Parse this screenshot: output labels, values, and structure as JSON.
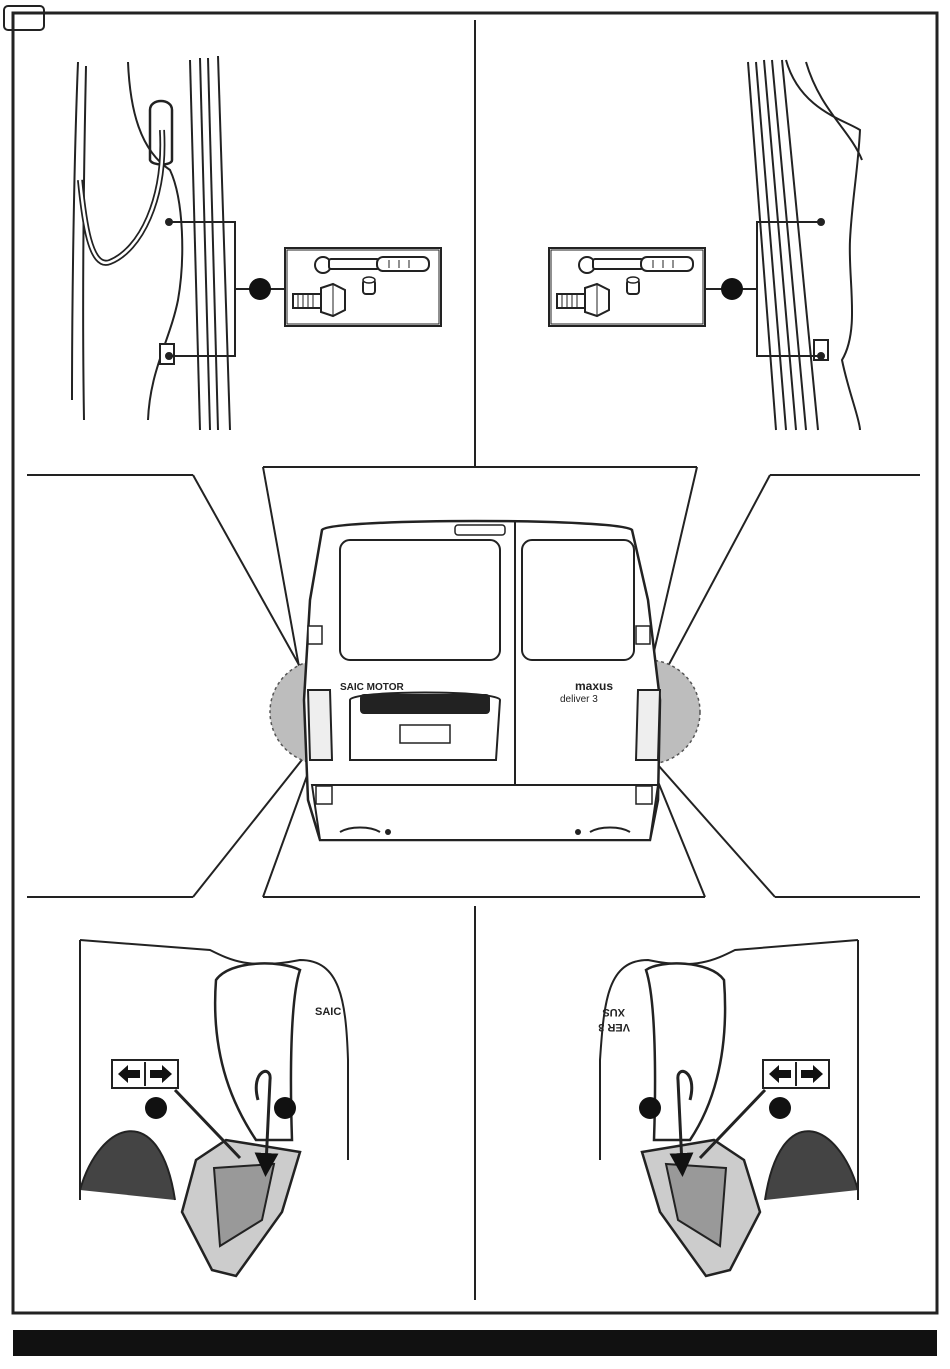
{
  "page": {
    "step_number": "",
    "footer_text": ""
  },
  "van": {
    "brand_badge": "SAIC MOTOR",
    "model_badge_line1": "maxus",
    "model_badge_line2": "deliver 3"
  },
  "bottom_left": {
    "badge_text": "SAIC"
  },
  "bottom_right": {
    "badge_line1": "XUS",
    "badge_line2": "VER 3"
  },
  "icons": {
    "tool": "ratchet-wrench-icon",
    "screw": "flange-bolt-icon",
    "socket": "socket-icon",
    "direction": "left-right-arrows-icon",
    "step_marker": "black-circle-icon"
  },
  "colors": {
    "ink": "#222222",
    "highlight": "#bdbdbd",
    "footer_bar": "#111111"
  }
}
